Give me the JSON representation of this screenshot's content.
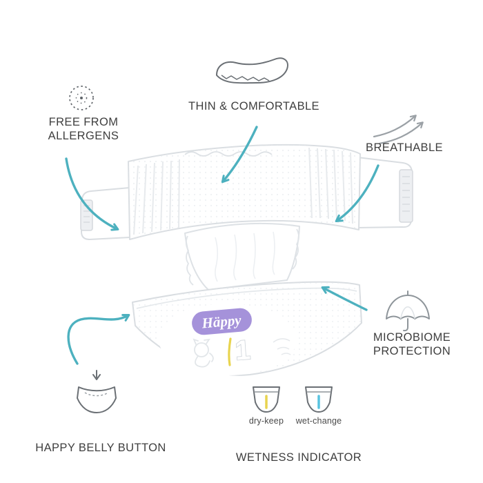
{
  "product": {
    "brand": "Häppy",
    "size": "1"
  },
  "colors": {
    "arrow": "#4db1bf",
    "badge": "#a592da",
    "dry_stripe": "#e8d44f",
    "wet_stripe": "#58c3e0",
    "text": "#3e3e3e"
  },
  "features": {
    "allergens": {
      "line1": "FREE FROM",
      "line2": "ALLERGENS",
      "icon": "allergen-sun-icon"
    },
    "thin_comfortable": {
      "label": "THIN & COMFORTABLE",
      "icon": "thin-pad-icon"
    },
    "breathable": {
      "label": "BREATHABLE",
      "icon": "airflow-arrows-icon"
    },
    "microbiome": {
      "line1": "MICROBIOME",
      "line2": "PROTECTION",
      "icon": "umbrella-icon"
    },
    "belly_button": {
      "label": "HAPPY BELLY BUTTON",
      "icon": "belly-diaper-icon"
    },
    "wetness": {
      "label": "WETNESS INDICATOR",
      "dry_label": "dry-keep",
      "wet_label": "wet-change",
      "icon": "wetness-diapers-icon"
    }
  }
}
